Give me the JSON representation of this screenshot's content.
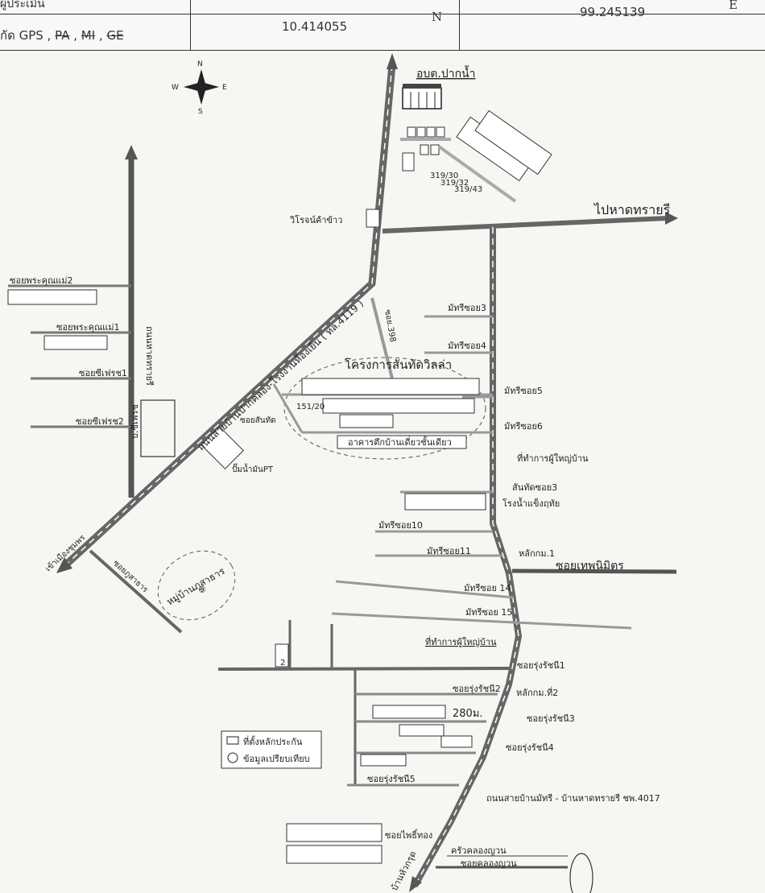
{
  "header": {
    "row1_label": "ผู้ประเมิน",
    "row2_prefix": "กัด  GPS ,",
    "row2_strike_1": "PA",
    "row2_strike_2": "MI",
    "row2_strike_3": "GE",
    "latitude": "10.414055",
    "lat_unit": "N",
    "longitude": "99.245139",
    "lon_unit": "E"
  },
  "compass": {
    "n": "N",
    "s": "S",
    "e": "E",
    "w": "W"
  },
  "places": {
    "obt": "อบต.ปากน้ำ",
    "to_beach": "ไปหาดทรายรี",
    "rice_mill": "วิโรจน์ค้าข้าว",
    "house_319_30": "319/30",
    "house_319_32": "319/32",
    "house_319_43": "319/43",
    "main_road": "ถนนสายบ้านปากคลอง-โรงงานห้องเย็น ( ทล.4119 )",
    "soi_398": "ซอย.398",
    "villa_project": "โครงการสันทัดวิลล่า",
    "house_151_20": "151/20",
    "soi_santad": "ซอยสันทัด",
    "single_house": "อาคารตึกบ้านเดี่ยวชั้นเดียว",
    "pt_pump": "ปั๊มน้ำมันPT",
    "to_chumphon": "เข้าเมืองชุมพร",
    "soi_phusathan": "ซอยภูสาธาร",
    "village_phusathan": "หมู่บ้านภูสาธาร",
    "village_no": "③",
    "bsri_frozen": "บ.ซีเฟรช",
    "north_road": "ถนนหาดทรายรี",
    "soi_phrakhun2": "ซอยพระคุณแม่2",
    "soi_phrakhun1": "ซอยพระคุณแม่1",
    "soi_seafresh1": "ซอยซีเฟรช1",
    "soi_seafresh2": "ซอยซีเฟรช2",
    "mattri3": "มัทรีซอย3",
    "mattri4": "มัทรีซอย4",
    "mattri5": "มัทรีซอย5",
    "mattri6": "มัทรีซอย6",
    "headman_office": "ที่ทำการผู้ใหญ่บ้าน",
    "santad3": "สันทัดซอย3",
    "ice_factory": "โรงน้ำแข็งฤทัย",
    "mattri10": "มัทรีซอย10",
    "mattri11": "มัทรีซอย11",
    "km1": "หลักกม.1",
    "soi_thepnimit": "ซอยเทพนิมิตร",
    "mattri14": "มัทรีซอย 14",
    "mattri15": "มัทรีซอย 15",
    "headman_office2": "ที่ทำการผู้ใหญ่บ้าน",
    "rungrat1": "ซอยรุ่งรัชนี1",
    "rungrat2": "ซอยรุ่งรัชนี2",
    "km2": "หลักกม.ที่2",
    "dist_280": "280ม.",
    "rungrat3": "ซอยรุ่งรัชนี3",
    "rungrat4": "ซอยรุ่งรัชนี4",
    "rungrat5": "ซอยรุ่งรัชนี5",
    "road_4017": "ถนนสายบ้านมัทรี - บ้านหาดทรายรี ชพ.4017",
    "soi_phaithong": "ซอยไพธิ์ทอง",
    "khrua_khlong": "ครัวคลองญวน",
    "soi_khlong": "ซอยคลองญวน",
    "to_hua_krot": "บ้านหัวกรุด",
    "marker_2": "2"
  },
  "legend": {
    "item1": "ที่ตั้งหลักประกัน",
    "item2": "ข้อมูลเปรียบเทียบ"
  }
}
